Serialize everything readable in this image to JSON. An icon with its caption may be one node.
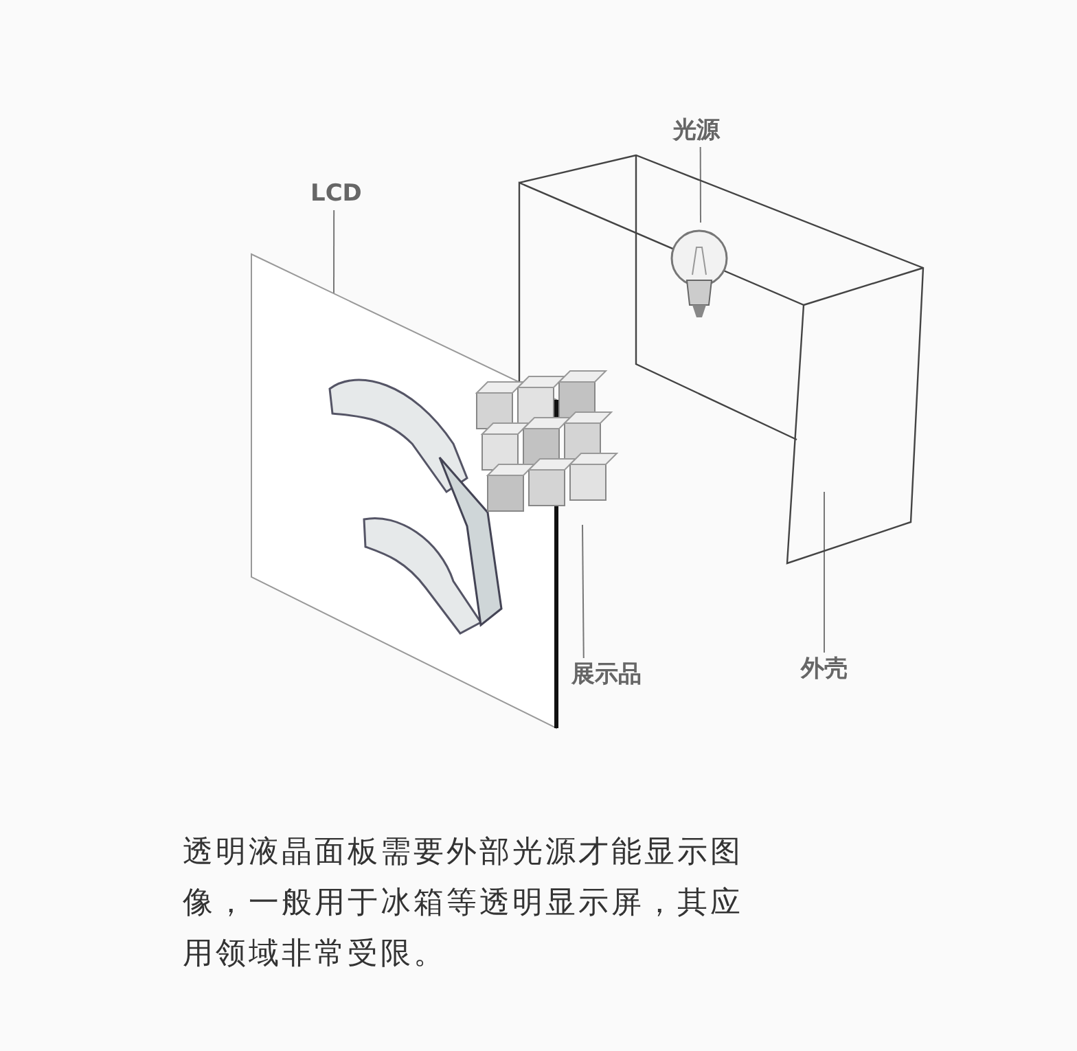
{
  "diagram": {
    "caption": "透明液晶面板需要外部光源才能显示图像，一般用于冰箱等透明显示屏，其应用领域非常受限。",
    "nodes": [
      {
        "text": [
          "LCD"
        ]
      },
      {
        "text": [],
        "shape": "picture"
      },
      {
        "text": [
          "光源"
        ]
      },
      {
        "text": [],
        "shape": "picture"
      },
      {
        "text": [],
        "shape": "picture",
        "in": 3
      },
      {
        "text": [
          "展示品"
        ]
      },
      {
        "text": [],
        "shape": "picture"
      },
      {
        "text": [
          "外壳"
        ]
      }
    ],
    "edges": [
      {
        "from": 0,
        "to": 1,
        "arrow": "none"
      },
      {
        "from": 2,
        "to": 4,
        "arrow": "none"
      },
      {
        "from": 5,
        "to": 6,
        "arrow": "none"
      },
      {
        "from": 7,
        "to": 3,
        "arrow": "none"
      }
    ]
  }
}
